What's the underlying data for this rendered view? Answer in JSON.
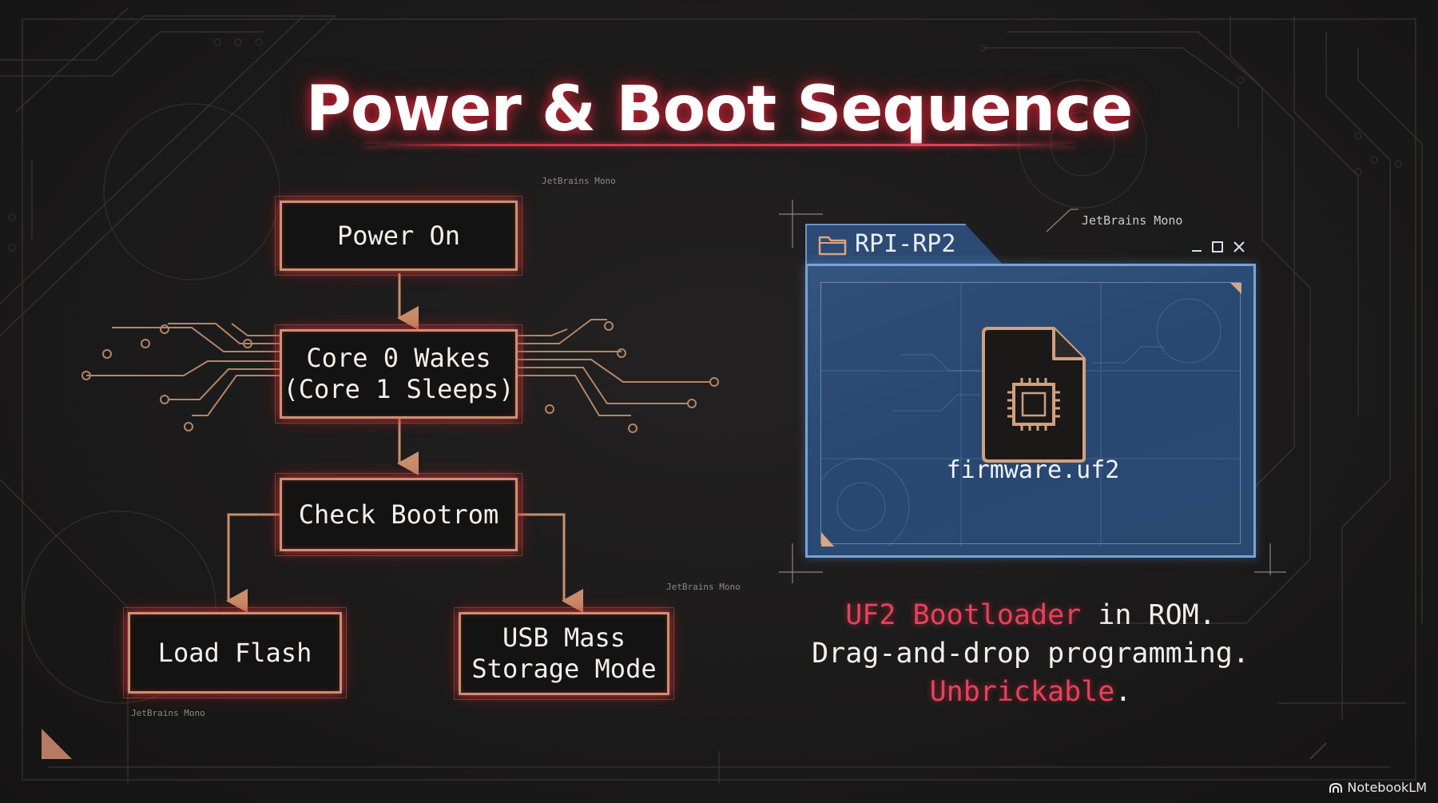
{
  "title": "Power & Boot Sequence",
  "flow": {
    "power_on": "Power On",
    "core_wake": "Core 0 Wakes\n(Core 1 Sleeps)",
    "check_bootrom": "Check Bootrom",
    "load_flash": "Load Flash",
    "usb_mass_storage": "USB Mass\nStorage Mode"
  },
  "font_tags": {
    "tag_power": "JetBrains Mono",
    "tag_usb": "JetBrains Mono",
    "tag_flash": "JetBrains Mono",
    "tag_window": "JetBrains Mono"
  },
  "window": {
    "title": "RPI-RP2",
    "file_name": "firmware.uf2"
  },
  "caption": {
    "line1_highlight": "UF2 Bootloader",
    "line1_rest": " in ROM.",
    "line2": "Drag-and-drop programming.",
    "line3_highlight": "Unbrickable",
    "line3_rest": "."
  },
  "brand": "NotebookLM",
  "colors": {
    "background": "#1b1a1a",
    "node_border": "#c79372",
    "glow_red": "#e0324a",
    "connector": "#c8906c",
    "window_blue": "#2b4a74",
    "highlight_text": "#e8415b"
  },
  "icons": [
    "folder-icon",
    "minimize-icon",
    "maximize-icon",
    "close-icon",
    "chip-file-icon",
    "notebooklm-logo-icon"
  ]
}
